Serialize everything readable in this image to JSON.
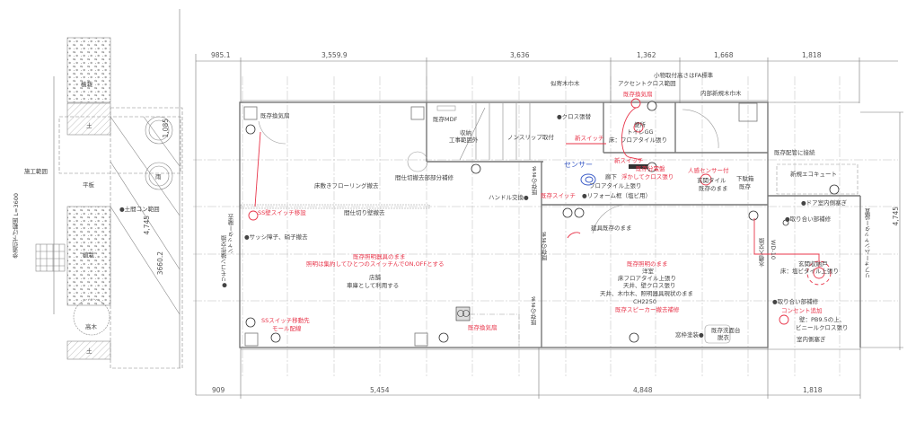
{
  "colors": {
    "line": "#8a8a8a",
    "wall": "#777777",
    "red": "#e8354a",
    "blue": "#3a5bc7"
  },
  "dimensions": {
    "top": [
      "985.1",
      "3,559.9",
      "3,636",
      "1,362",
      "1,668",
      "1,818"
    ],
    "bottom": [
      "909",
      "5,454",
      "4,848",
      "1,818"
    ],
    "right": "4,745",
    "left": [
      "1,085",
      "4,745",
      "3660.2"
    ]
  },
  "site": {
    "construction_range": "施工範囲",
    "sidewalk": "歩道切下げ範囲 L=3600",
    "paving": "平板",
    "concrete": "●土間コン範囲",
    "planting_top": "植栽",
    "planting": "植栽",
    "tall_tree": "高木",
    "soil_top": "土",
    "soil_bottom": "土",
    "rain": "雨"
  },
  "notes_black": {
    "existing_fan": "既存換気扇",
    "mdf": "既存MDF",
    "storage": "収納",
    "out_of_scope": "工事範囲外",
    "nonslip": "ノンスリップ取付",
    "flooring_remove": "床敷きフローリング撤去",
    "partition_repair": "間仕切撤去部部分補修",
    "handle": "ハンドル交換●",
    "partition_remove": "間仕切り壁撤去",
    "sash": "●サッシ障子、硝子撤去",
    "remote": "●リモコン操作交換",
    "shutter_remove": "シャッター撤去",
    "shop": "店舗",
    "garage": "車庫として利用する",
    "baseboard_similar": "似寄木巾木",
    "cloth_replace": "●クロス張替",
    "accessory_height": "小物取付高さはFA標準",
    "accent_cloth": "アクセントクロス範囲",
    "new_baseboard": "内部新規木巾木",
    "toilet1": "便所",
    "toilet2": "トイレGG",
    "toilet_floor": "床：フロアタイル張り",
    "pipe_connect": "既存配管に接続",
    "ecocute": "新規エコキュート",
    "shoebox1": "下駄箱",
    "shoebox2": "既存",
    "corridor": "廊下",
    "corridor_floor": "フロアタイル上張り",
    "reform_frame": "●リフォーム框（塩ビ用）",
    "door_keep": "建具既存のまま",
    "door_close": "●ドア室内側塞ぎ",
    "joint_repair1": "●取り合い部補修",
    "entrance_storage": "玄関収納戸",
    "entrance_floor": "床：塩ビタイル上張り",
    "joint_repair2": "●取り合い部補修",
    "wall1": "壁：PB9.5の上、",
    "wall2": "ビニールクロス張り",
    "indoor_close": "室内側塞ぎ",
    "washbasin1": "既存洗面台",
    "washbasin2": "脱衣",
    "window_paint": "窓枠塗装●",
    "western": "洋室",
    "western_floor": "床フロアタイル上張り",
    "western_wall": "天井、壁クロス張り",
    "western_ceiling": "天井、木巾木、照明器具現状のまま",
    "ch": "CH2250",
    "entrance_tile1": "玄関タイル",
    "entrance_tile2": "既存のまま",
    "keep1": "既存のまま",
    "keep2": "既存のまま",
    "keep3": "既存のまま",
    "water_heater": "水槽入交換",
    "wd": "WD-10",
    "shutter_install": "リフォームシャッター設置"
  },
  "notes_red": {
    "fan_toilet": "既存換気扇",
    "new_switch1": "新スイッチ",
    "new_switch2": "新スイッチ",
    "panel": "既存分電盤",
    "float_cloth": "浮かしてクロス張り",
    "existing_switch": "既存スイッチ",
    "ss_switch_move": "SS壁スイッチ移設",
    "lighting_keep": "既存照明器具のまま",
    "lighting_one_switch": "照明は集約してひとつのスイッチんでON,OFFとする",
    "ss_dest1": "SSスイッチ移動先",
    "ss_dest2": "モール配線",
    "fan_bottom": "既存換気扇",
    "western_light": "既存照明のまま",
    "speaker": "既存スピーカー撤去補修",
    "outlet": "コンセント追加",
    "motion_sensor": "人感センサー付"
  },
  "notes_blue": {
    "sensor": "センサー"
  }
}
